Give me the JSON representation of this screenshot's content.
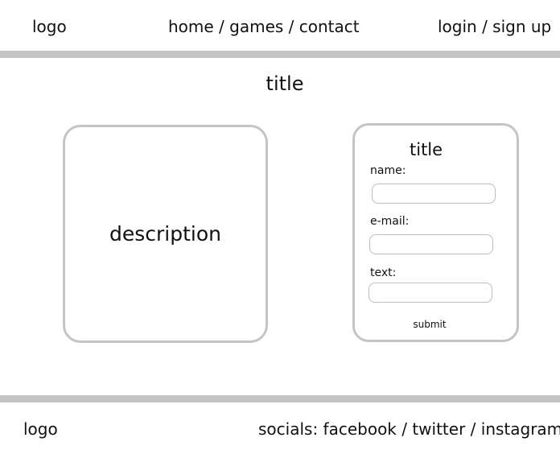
{
  "header": {
    "logo": "logo",
    "nav": "home / games / contact",
    "auth": "login / sign up"
  },
  "main": {
    "title": "title",
    "description": "description",
    "form": {
      "title": "title",
      "name_label": "name:",
      "name_value": "",
      "email_label": "e-mail:",
      "email_value": "",
      "text_label": "text:",
      "text_value": "",
      "submit_label": "submit"
    }
  },
  "footer": {
    "logo": "logo",
    "socials": "socials: facebook / twitter / instagram"
  },
  "colors": {
    "divider": "#c4c4c4",
    "border": "#c4c4c4",
    "text": "#111111",
    "background": "#ffffff"
  }
}
